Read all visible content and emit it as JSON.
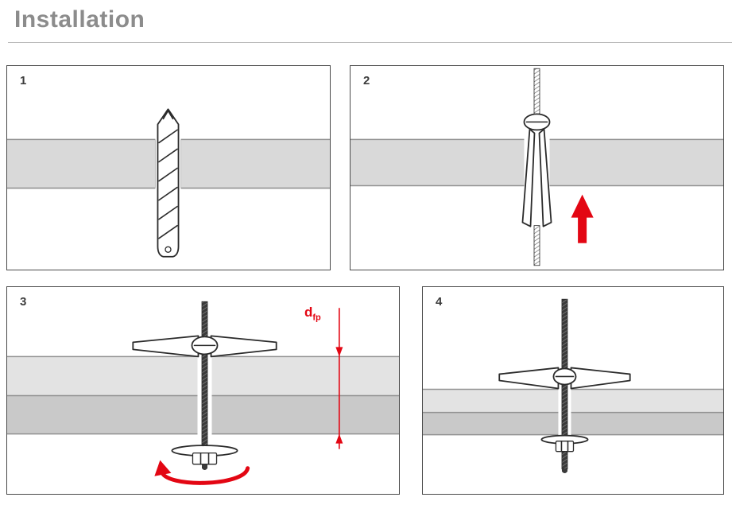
{
  "page": {
    "title": "Installation"
  },
  "colors": {
    "accent_red": "#e30613",
    "band_gray": "#d9d9d9",
    "band_light": "#e3e3e3",
    "band_dark": "#c9c9c9",
    "band_edge": "#929292",
    "panel_border": "#4a4a4a",
    "title_color": "#8c8c8c",
    "divider_color": "#b8b8b8",
    "number_color": "#3c3c3c",
    "outline": "#2b2b2b"
  },
  "panels": [
    {
      "number": "1"
    },
    {
      "number": "2"
    },
    {
      "number": "3",
      "dimension": {
        "main": "d",
        "sub": "fp"
      }
    },
    {
      "number": "4"
    }
  ]
}
